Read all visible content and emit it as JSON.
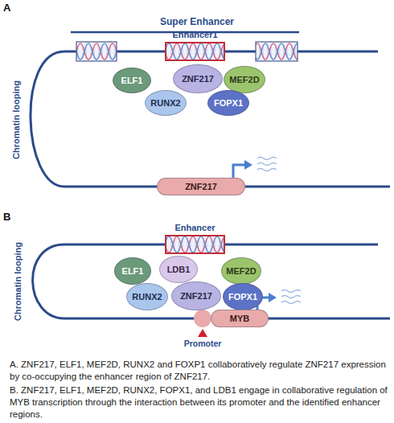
{
  "diagram": {
    "nodes": [
      {
        "text": [
          "Enhancer1"
        ]
      },
      {
        "text": [
          "ELF1"
        ]
      },
      {
        "text": [
          "ZNF217"
        ]
      },
      {
        "text": [
          "MEF2D"
        ]
      },
      {
        "text": [
          "RUNX2"
        ]
      },
      {
        "text": [
          "FOPX1"
        ]
      },
      {
        "text": [
          "ZNF217"
        ]
      },
      {
        "text": [
          "Enhancer"
        ]
      },
      {
        "text": [
          "ELF1"
        ]
      },
      {
        "text": [
          "LDB1"
        ]
      },
      {
        "text": [
          "MEF2D"
        ]
      },
      {
        "text": [
          "RUNX2"
        ]
      },
      {
        "text": [
          "ZNF217"
        ]
      },
      {
        "text": [
          "FOPX1"
        ]
      },
      {
        "text": [
          "MYB"
        ]
      }
    ],
    "labels": [
      "A",
      "Super Enhancer",
      "Chromatin looping",
      "B",
      "Chromatin looping",
      "Promoter",
      "A. ZNF217, ELF1, MEF2D, RUNX2 and FOXP1 collaboratively regulate ZNF217 expression by co-occupying the enhancer region of ZNF217.",
      "B. ZNF217, ELF1, MEF2D, RUNX2, FOPX1, and LDB1 engage in collaborative regulation of MYB transcription through the interaction between its promoter and the identified enhancer regions."
    ]
  }
}
